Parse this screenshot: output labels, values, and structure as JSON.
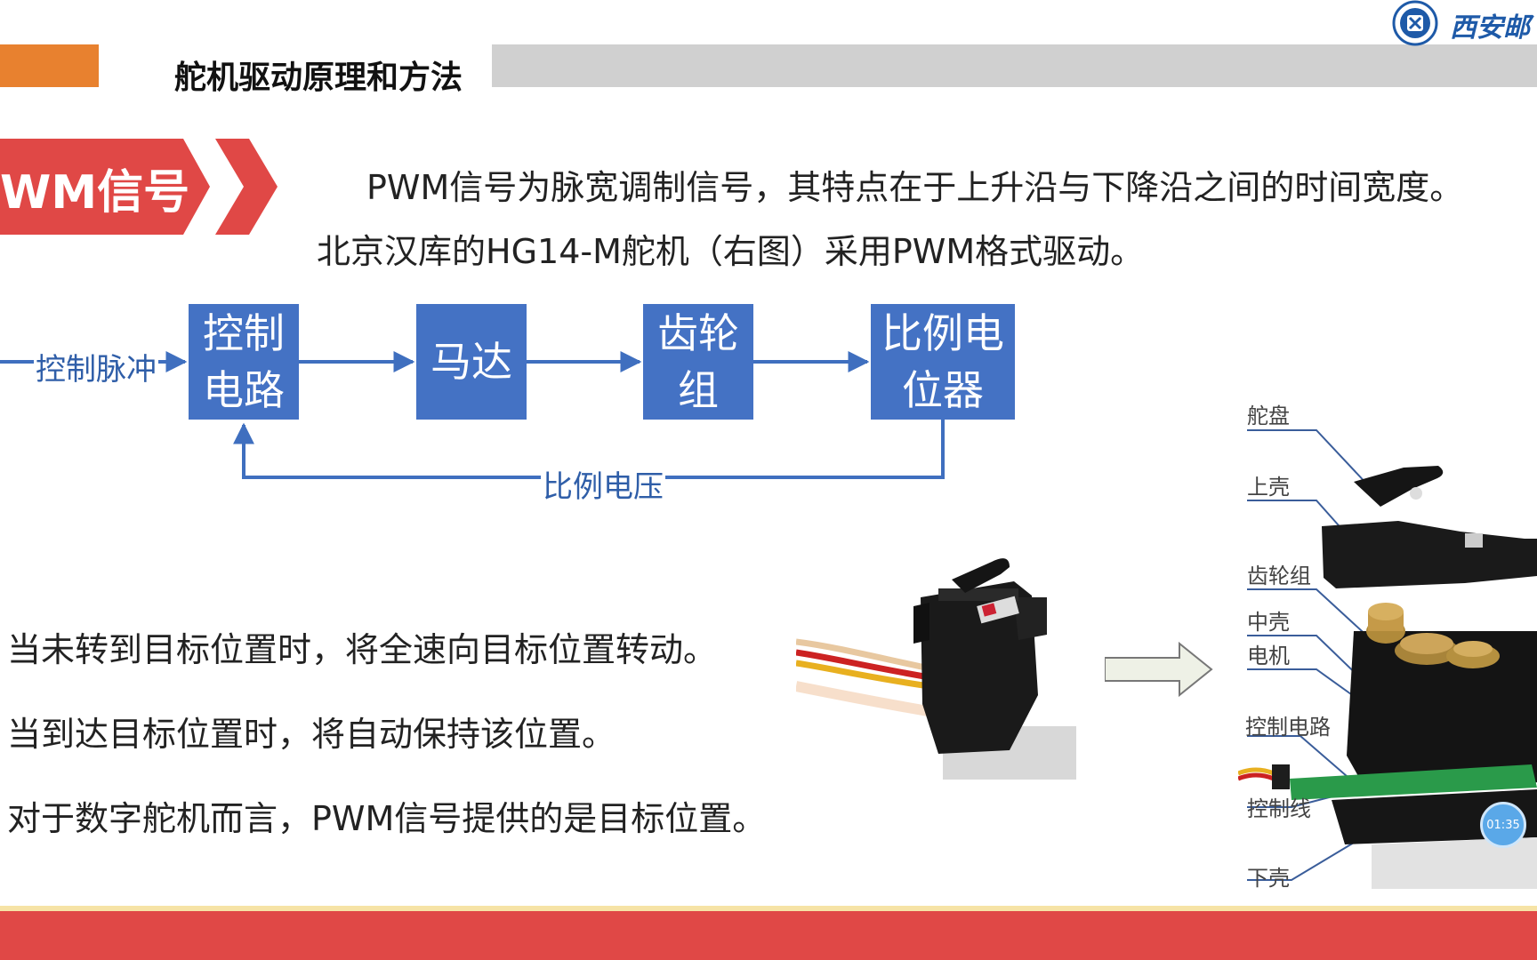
{
  "colors": {
    "accent_orange": "#e8812f",
    "accent_red": "#e04846",
    "diagram_blue": "#4472c4",
    "line_blue": "#3f6fbf"
  },
  "header": {
    "title": "舵机驱动原理和方法",
    "logo_text": "西安邮"
  },
  "section": {
    "tag": "WM信号"
  },
  "intro": {
    "line1": "PWM信号为脉宽调制信号，其特点在于上升沿与下降沿之间的时间宽度。",
    "line2": "北京汉库的HG14-M舵机（右图）采用PWM格式驱动。"
  },
  "diagram": {
    "input_label": "控制脉冲",
    "feedback_label": "比例电压",
    "blocks": [
      {
        "line1": "控制",
        "line2": "电路"
      },
      {
        "line1": "马达",
        "line2": ""
      },
      {
        "line1": "齿轮",
        "line2": "组"
      },
      {
        "line1": "比例电",
        "line2": "位器"
      }
    ]
  },
  "bullets": [
    "当未转到目标位置时，将全速向目标位置转动。",
    "当到达目标位置时，将自动保持该位置。",
    "对于数字舵机而言，PWM信号提供的是目标位置。"
  ],
  "servo_parts": [
    "舵盘",
    "上壳",
    "齿轮组",
    "中壳",
    "电机",
    "控制电路",
    "控制线",
    "下壳"
  ],
  "timer": "01:35"
}
